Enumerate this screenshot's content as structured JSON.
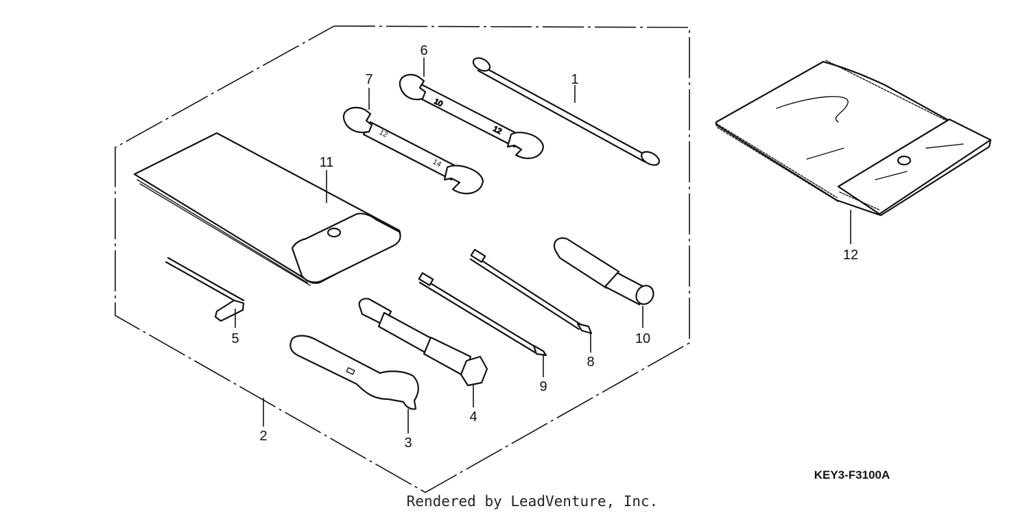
{
  "callouts": [
    {
      "number": "1",
      "part": "wrench-bar"
    },
    {
      "number": "2",
      "part": "tool-kit-assembly"
    },
    {
      "number": "3",
      "part": "pin-spanner"
    },
    {
      "number": "4",
      "part": "spark-plug-wrench"
    },
    {
      "number": "5",
      "part": "hex-key"
    },
    {
      "number": "6",
      "part": "open-end-wrench-10x12"
    },
    {
      "number": "7",
      "part": "open-end-wrench-12x14"
    },
    {
      "number": "8",
      "part": "phillips-screwdriver-blade"
    },
    {
      "number": "9",
      "part": "flat-screwdriver-blade"
    },
    {
      "number": "10",
      "part": "screwdriver-handle"
    },
    {
      "number": "11",
      "part": "tool-bag"
    },
    {
      "number": "12",
      "part": "tool-pouch"
    }
  ],
  "wrench_marks": {
    "w6_a": "10",
    "w6_b": "12",
    "w7_a": "12",
    "w7_b": "14"
  },
  "reference_code": "KEY3-F3100A",
  "credit": "Rendered by LeadVenture, Inc."
}
